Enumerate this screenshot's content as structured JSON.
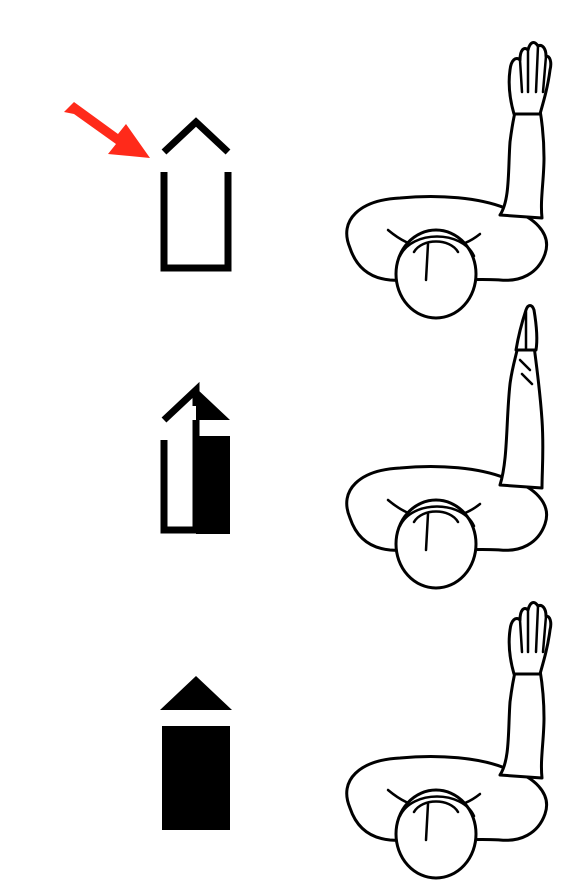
{
  "figure": {
    "rows": [
      {
        "id": "row-1",
        "symbol": "outline-arrow",
        "highlighted": true,
        "hand_state": "open-palm"
      },
      {
        "id": "row-2",
        "symbol": "half-filled-arrow",
        "highlighted": false,
        "hand_state": "pressed-palms"
      },
      {
        "id": "row-3",
        "symbol": "filled-arrow",
        "highlighted": false,
        "hand_state": "open-palm"
      }
    ],
    "colors": {
      "background": "#ffffff",
      "ink": "#000000",
      "pointer_arrow": "#ff2a1a"
    },
    "icons": [
      "red-pointer-arrow-icon",
      "outline-arrow-icon",
      "half-filled-arrow-icon",
      "filled-arrow-icon",
      "person-raised-arm-icon"
    ]
  }
}
